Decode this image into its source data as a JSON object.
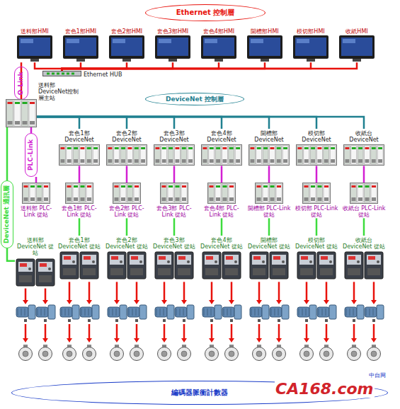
{
  "diagram": {
    "nodes": [
      {
        "text": [
          "Ethernet 控制層"
        ]
      },
      {
        "text": [
          "送料部HMI"
        ]
      },
      {
        "text": [
          "套色1部HMI"
        ]
      },
      {
        "text": [
          "套色2部HMI"
        ]
      },
      {
        "text": [
          "套色3部HMI"
        ]
      },
      {
        "text": [
          "套色4部HMI"
        ]
      },
      {
        "text": [
          "開槽部HMI"
        ]
      },
      {
        "text": [
          "模切部HMI"
        ]
      },
      {
        "text": [
          "收紙HMI"
        ]
      },
      {
        "text": [
          "Ethernet HUB"
        ]
      },
      {
        "text": [
          "O-Link"
        ]
      },
      {
        "text": [
          "送料部 DeviceNet控制層主站"
        ]
      },
      {
        "text": [
          "DeviceNet 控制層"
        ]
      },
      {
        "text": [
          "套色1部 DeviceNet"
        ]
      },
      {
        "text": [
          "套色2部 DeviceNet"
        ]
      },
      {
        "text": [
          "套色3部 DeviceNet"
        ]
      },
      {
        "text": [
          "套色4部 DeviceNet"
        ]
      },
      {
        "text": [
          "開槽部 DeviceNet"
        ]
      },
      {
        "text": [
          "模切部 DeviceNet"
        ]
      },
      {
        "text": [
          "收紙台 DeviceNet"
        ]
      },
      {
        "text": [
          "PLC-Link"
        ]
      },
      {
        "text": [
          "送料部 PLC-Link 從站"
        ]
      },
      {
        "text": [
          "套色1部 PLC-Link 從站"
        ]
      },
      {
        "text": [
          "套色2部 PLC-Link 從站"
        ]
      },
      {
        "text": [
          "套色3部 PLC-Link 從站"
        ]
      },
      {
        "text": [
          "套色4部 PLC-Link 從站"
        ]
      },
      {
        "text": [
          "開槽部 PLC-Link 從站"
        ]
      },
      {
        "text": [
          "模切部 PLC-Link 從站"
        ]
      },
      {
        "text": [
          "收紙台 PLC-Link 從站"
        ]
      },
      {
        "text": [
          "DeviceNet 通訊層"
        ]
      },
      {
        "text": [
          "送料部 DeviceNet 從站"
        ]
      },
      {
        "text": [
          "套色1部 DeviceNet 從站"
        ]
      },
      {
        "text": [
          "套色2部 DeviceNet 從站"
        ]
      },
      {
        "text": [
          "套色3部 DeviceNet 從站"
        ]
      },
      {
        "text": [
          "套色4部 DeviceNet 從站"
        ]
      },
      {
        "text": [
          "開槽部 DeviceNet 從站"
        ]
      },
      {
        "text": [
          "模切部 DeviceNet 從站"
        ]
      },
      {
        "text": [
          "收紙台 DeviceNet 從站"
        ]
      },
      {
        "text": [
          "編碼器脈衝計數器"
        ]
      }
    ],
    "edges": [
      {
        "from": 1,
        "to": 9,
        "arrow": "none"
      },
      {
        "from": 2,
        "to": 9,
        "arrow": "none"
      },
      {
        "from": 3,
        "to": 9,
        "arrow": "none"
      },
      {
        "from": 4,
        "to": 9,
        "arrow": "none"
      },
      {
        "from": 5,
        "to": 9,
        "arrow": "none"
      },
      {
        "from": 6,
        "to": 9,
        "arrow": "none"
      },
      {
        "from": 7,
        "to": 9,
        "arrow": "none"
      },
      {
        "from": 8,
        "to": 9,
        "arrow": "none"
      },
      {
        "from": 1,
        "to": 10,
        "arrow": "none"
      },
      {
        "from": 10,
        "to": 11,
        "arrow": "none"
      },
      {
        "from": 11,
        "to": 13,
        "arrow": "none"
      },
      {
        "from": 11,
        "to": 14,
        "arrow": "none"
      },
      {
        "from": 11,
        "to": 15,
        "arrow": "none"
      },
      {
        "from": 11,
        "to": 16,
        "arrow": "none"
      },
      {
        "from": 11,
        "to": 17,
        "arrow": "none"
      },
      {
        "from": 11,
        "to": 18,
        "arrow": "none"
      },
      {
        "from": 11,
        "to": 19,
        "arrow": "none"
      },
      {
        "from": 11,
        "to": 20,
        "arrow": "none"
      },
      {
        "from": 20,
        "to": 21,
        "arrow": "none"
      },
      {
        "from": 13,
        "to": 22,
        "arrow": "none"
      },
      {
        "from": 14,
        "to": 23,
        "arrow": "none"
      },
      {
        "from": 15,
        "to": 24,
        "arrow": "none"
      },
      {
        "from": 16,
        "to": 25,
        "arrow": "none"
      },
      {
        "from": 17,
        "to": 26,
        "arrow": "none"
      },
      {
        "from": 18,
        "to": 27,
        "arrow": "none"
      },
      {
        "from": 19,
        "to": 28,
        "arrow": "none"
      },
      {
        "from": 11,
        "to": 29,
        "arrow": "none"
      },
      {
        "from": 29,
        "to": 30,
        "arrow": "none"
      },
      {
        "from": 22,
        "to": 31,
        "arrow": "none"
      },
      {
        "from": 23,
        "to": 32,
        "arrow": "none"
      },
      {
        "from": 24,
        "to": 33,
        "arrow": "none"
      },
      {
        "from": 25,
        "to": 34,
        "arrow": "none"
      },
      {
        "from": 26,
        "to": 35,
        "arrow": "none"
      },
      {
        "from": 27,
        "to": 36,
        "arrow": "none"
      },
      {
        "from": 28,
        "to": 37,
        "arrow": "none"
      }
    ],
    "labels": [
      "CA168.com",
      "中自网"
    ]
  }
}
